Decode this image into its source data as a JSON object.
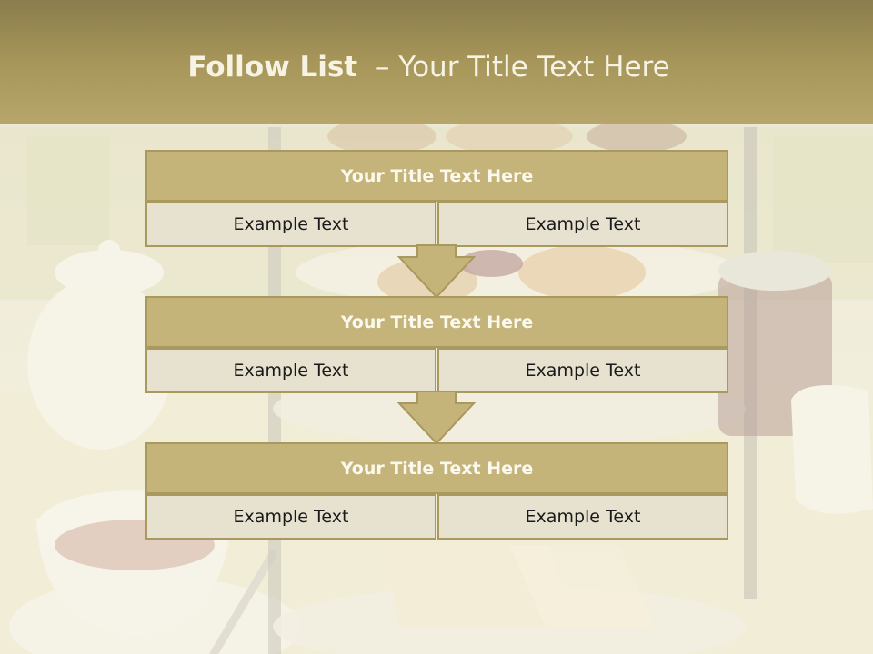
{
  "slide": {
    "title_bold": "Follow List",
    "title_rest": "  – Your Title Text Here"
  },
  "blocks": [
    {
      "title": "Your Title Text Here",
      "left": "Example Text",
      "right": "Example Text"
    },
    {
      "title": "Your Title Text Here",
      "left": "Example Text",
      "right": "Example Text"
    },
    {
      "title": "Your Title Text Here",
      "left": "Example Text",
      "right": "Example Text"
    }
  ],
  "colors": {
    "header": "#a79659",
    "block_title_fill": "#c4b47a",
    "cell_fill": "#e7e1cf",
    "border": "#a9995f"
  }
}
